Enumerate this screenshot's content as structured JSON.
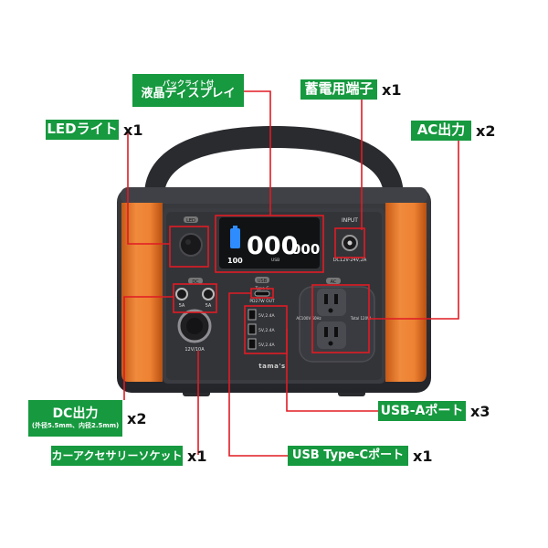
{
  "callouts": {
    "lcd": {
      "line1": "バックライト付",
      "line2": "液晶ディスプレイ"
    },
    "dc_in": {
      "label": "蓄電用端子",
      "count": "x1"
    },
    "led": {
      "label": "LEDライト",
      "count": "x1"
    },
    "ac": {
      "label": "AC出力",
      "count": "x2"
    },
    "dc_out": {
      "label": "DC出力",
      "sub": "(外径5.5mm、内径2.5mm)",
      "count": "x2"
    },
    "usba": {
      "label": "USB-Aポート",
      "count": "x3"
    },
    "car": {
      "label": "カーアクセサリーソケット",
      "count": "x1"
    },
    "usbc": {
      "label": "USB Type-Cポート",
      "count": "x1"
    }
  },
  "device": {
    "brand": "tama's",
    "display": {
      "battery": "100",
      "digits": "000",
      "digits_small": "000",
      "usb": "USB"
    },
    "tags": {
      "led": "LED",
      "input": "INPUT",
      "dc": "DC",
      "usb": "USB",
      "ac": "AC"
    },
    "input_spec": "DC12V-24V,2A",
    "dc_spec": "5A",
    "car_spec": "12V/10A",
    "typec_label": "Type-C",
    "typec_spec": "PD27W OUT",
    "usb_spec": "5V,2.4A",
    "ac_spec": "AC100V 60Hz",
    "ac_total": "Total 120W"
  },
  "colors": {
    "orange": "#e8762a",
    "body": "#2d2e31",
    "accent_green": "#16993f",
    "line_red": "#e01b24"
  }
}
